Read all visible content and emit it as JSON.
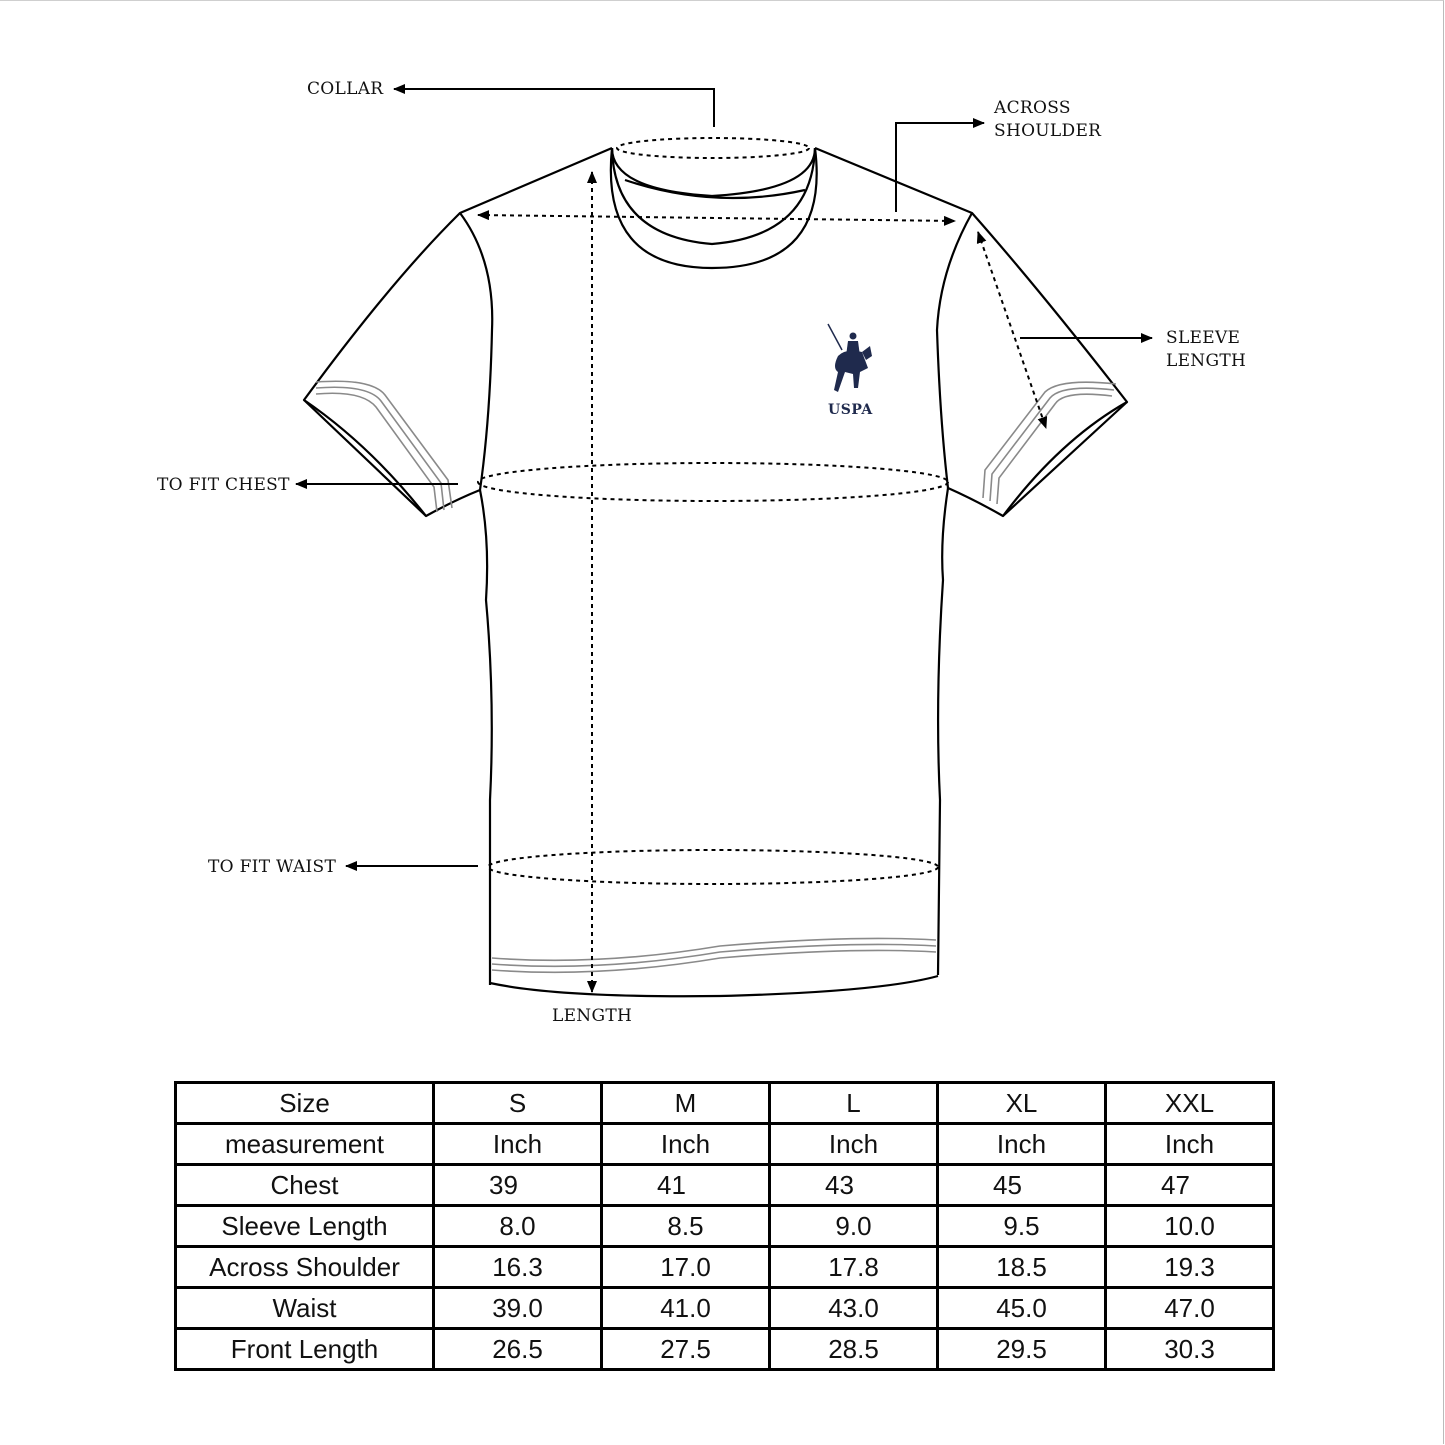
{
  "labels": {
    "collar": "COLLAR",
    "across_shoulder_1": "ACROSS",
    "across_shoulder_2": "SHOULDER",
    "sleeve_length_1": "SLEEVE",
    "sleeve_length_2": "LENGTH",
    "to_fit_chest": "TO FIT CHEST",
    "to_fit_waist": "TO FIT WAIST",
    "length": "LENGTH"
  },
  "logo": {
    "text": "USPA",
    "color": "#1f2a4d"
  },
  "table": {
    "header": [
      "Size",
      "S",
      "M",
      "L",
      "XL",
      "XXL"
    ],
    "units": [
      "measurement",
      "Inch",
      "Inch",
      "Inch",
      "Inch",
      "Inch"
    ],
    "rows": [
      [
        "Chest",
        "39",
        "41",
        "43",
        "45",
        "47"
      ],
      [
        "Sleeve Length",
        "8.0",
        "8.5",
        "9.0",
        "9.5",
        "10.0"
      ],
      [
        "Across Shoulder",
        "16.3",
        "17.0",
        "17.8",
        "18.5",
        "19.3"
      ],
      [
        "Waist",
        "39.0",
        "41.0",
        "43.0",
        "45.0",
        "47.0"
      ],
      [
        "Front Length",
        "26.5",
        "27.5",
        "28.5",
        "29.5",
        "30.3"
      ]
    ]
  }
}
